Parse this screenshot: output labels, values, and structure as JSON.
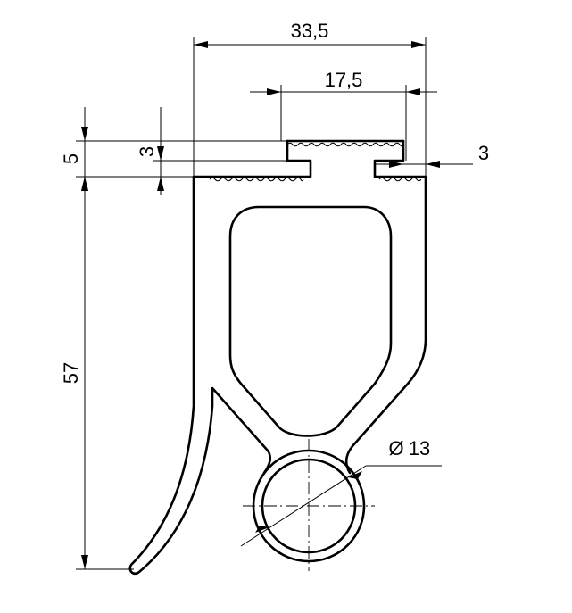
{
  "drawing": {
    "dimensions": {
      "overall_width": "33,5",
      "slot_width": "17,5",
      "lip_thickness": "3",
      "top_height": "5",
      "slot_height": "3",
      "body_height": "57",
      "bulb_diameter": "13",
      "diameter_symbol": "Ø"
    },
    "colors": {
      "line": "#000000",
      "background": "#ffffff"
    }
  }
}
